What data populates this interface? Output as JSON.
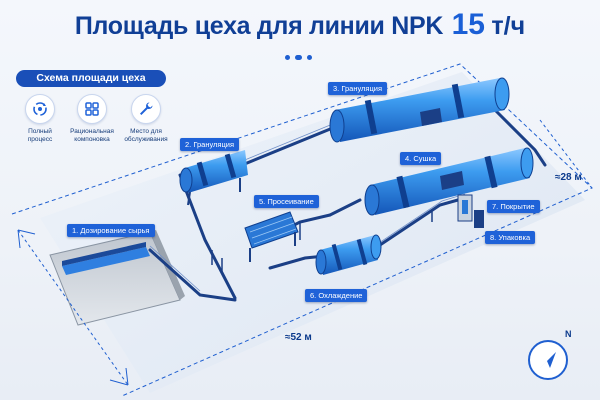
{
  "header": {
    "title": "Площадь цеха для линии NPK",
    "capacity": "15",
    "unit": "т/ч"
  },
  "legend": {
    "title": "Схема площади цеха",
    "features": [
      {
        "icon": "recycle-icon",
        "label_1": "Полный",
        "label_2": "процесс"
      },
      {
        "icon": "grid-layout-icon",
        "label_1": "Рациональная",
        "label_2": "компоновка"
      },
      {
        "icon": "wrench-icon",
        "label_1": "Место для",
        "label_2": "обслуживания"
      }
    ]
  },
  "stages": [
    {
      "label": "1. Дозирование сырья"
    },
    {
      "label": "2. Грануляция"
    },
    {
      "label": "3. Грануляция"
    },
    {
      "label": "4. Сушка"
    },
    {
      "label": "5. Просеивание"
    },
    {
      "label": "6. Охлаждение"
    },
    {
      "label": "7. Покрытие"
    },
    {
      "label": "8. Упаковка"
    }
  ],
  "dimensions": {
    "length": "≈52 м",
    "width": "≈28 м"
  },
  "compass": {
    "north": "N"
  },
  "colors": {
    "primary": "#1f62d8",
    "title": "#103f96",
    "drum": "#2f8fe6",
    "steel": "#1b3f86"
  }
}
